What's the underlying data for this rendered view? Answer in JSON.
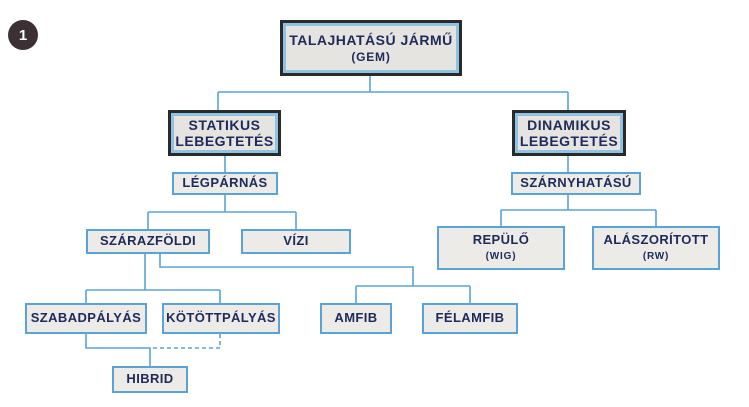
{
  "badge": "1",
  "nodes": {
    "root": {
      "line1": "TALAJHATÁSÚ JÁRMŰ",
      "line2": "(GEM)"
    },
    "static": {
      "line1": "STATIKUS",
      "line2": "LEBEGTETÉS"
    },
    "dynamic": {
      "line1": "DINAMIKUS",
      "line2": "LEBEGTETÉS"
    },
    "air_cushion": {
      "label": "LÉGPÁRNÁS"
    },
    "wing_effect": {
      "label": "SZÁRNYHATÁSÚ"
    },
    "land": {
      "label": "SZÁRAZFÖLDI"
    },
    "water": {
      "label": "VÍZI"
    },
    "flying": {
      "line1": "REPÜLŐ",
      "line2": "(WIG)"
    },
    "pressured": {
      "line1": "ALÁSZORÍTOTT",
      "line2": "(RW)"
    },
    "free_track": {
      "label": "SZABADPÁLYÁS"
    },
    "bound_track": {
      "label": "KÖTÖTTPÁLYÁS"
    },
    "amphibious": {
      "label": "AMFIB"
    },
    "semi_amphibious": {
      "label": "FÉLAMFIB"
    },
    "hybrid": {
      "label": "HIBRID"
    }
  }
}
